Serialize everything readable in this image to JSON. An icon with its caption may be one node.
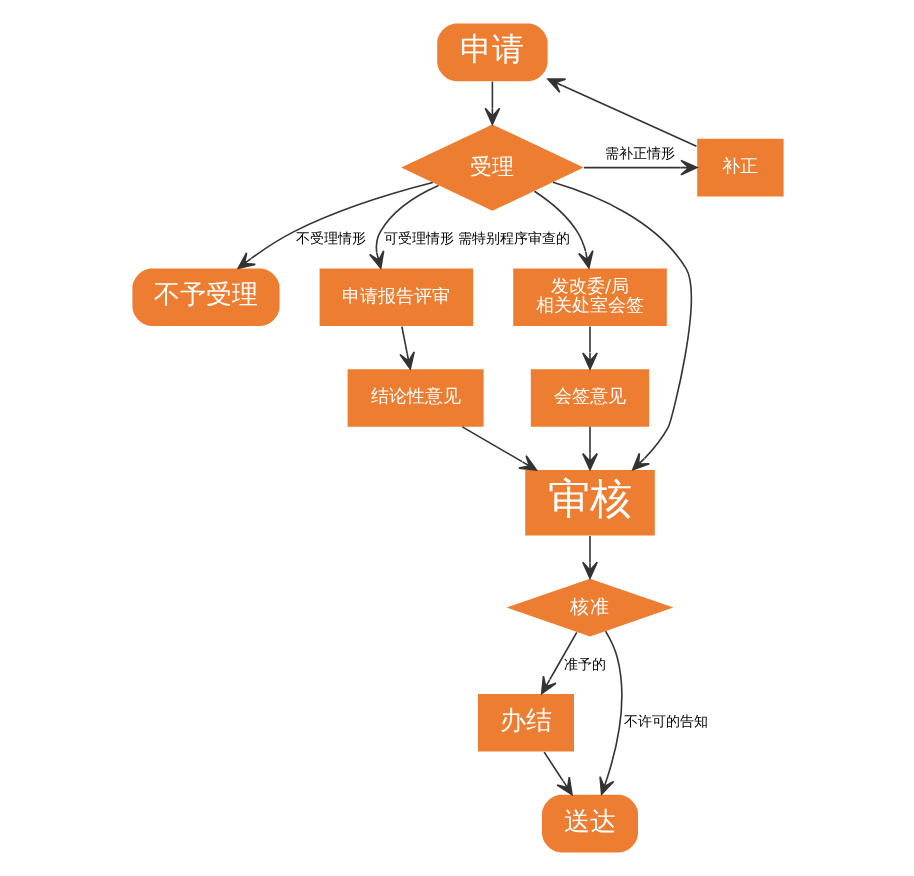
{
  "diagram": {
    "nodes": [
      {
        "text": [
          "申请"
        ]
      },
      {
        "text": [
          "补正"
        ]
      },
      {
        "text": [
          "受理"
        ]
      },
      {
        "text": [
          "不予受理"
        ]
      },
      {
        "text": [
          "申请报告评审"
        ]
      },
      {
        "text": [
          "发改委/局相关处室会签"
        ]
      },
      {
        "text": [
          "审核"
        ]
      },
      {
        "text": [
          "会签意见"
        ]
      },
      {
        "text": [
          "结论性意见"
        ]
      },
      {
        "text": [
          "核准"
        ]
      },
      {
        "text": [
          "办结"
        ]
      },
      {
        "text": [
          "送达"
        ]
      }
    ],
    "edges": [
      {
        "from": 0,
        "to": 2,
        "arrow": "to"
      },
      {
        "from": 2,
        "to": 1,
        "arrow": "to",
        "label": "需补正情形"
      },
      {
        "from": 1,
        "to": 0,
        "arrow": "to"
      },
      {
        "from": 2,
        "to": 3,
        "arrow": "to",
        "label": "不受理情形"
      },
      {
        "from": 2,
        "to": 4,
        "arrow": "to",
        "label": "可受理情形 需特别程序审查的"
      },
      {
        "from": 2,
        "to": 5,
        "arrow": "to"
      },
      {
        "from": 2,
        "to": 6,
        "arrow": "to"
      },
      {
        "from": 5,
        "to": 7,
        "arrow": "to"
      },
      {
        "from": 7,
        "to": 6,
        "arrow": "to"
      },
      {
        "from": 4,
        "to": 8,
        "arrow": "to"
      },
      {
        "from": 8,
        "to": 6,
        "arrow": "to"
      },
      {
        "from": 6,
        "to": 9,
        "arrow": "to"
      },
      {
        "from": 9,
        "to": 10,
        "arrow": "to",
        "label": "准予的"
      },
      {
        "from": 10,
        "to": 11,
        "arrow": "to"
      },
      {
        "from": 9,
        "to": 11,
        "arrow": "to",
        "label": "不许可的告知"
      }
    ]
  }
}
